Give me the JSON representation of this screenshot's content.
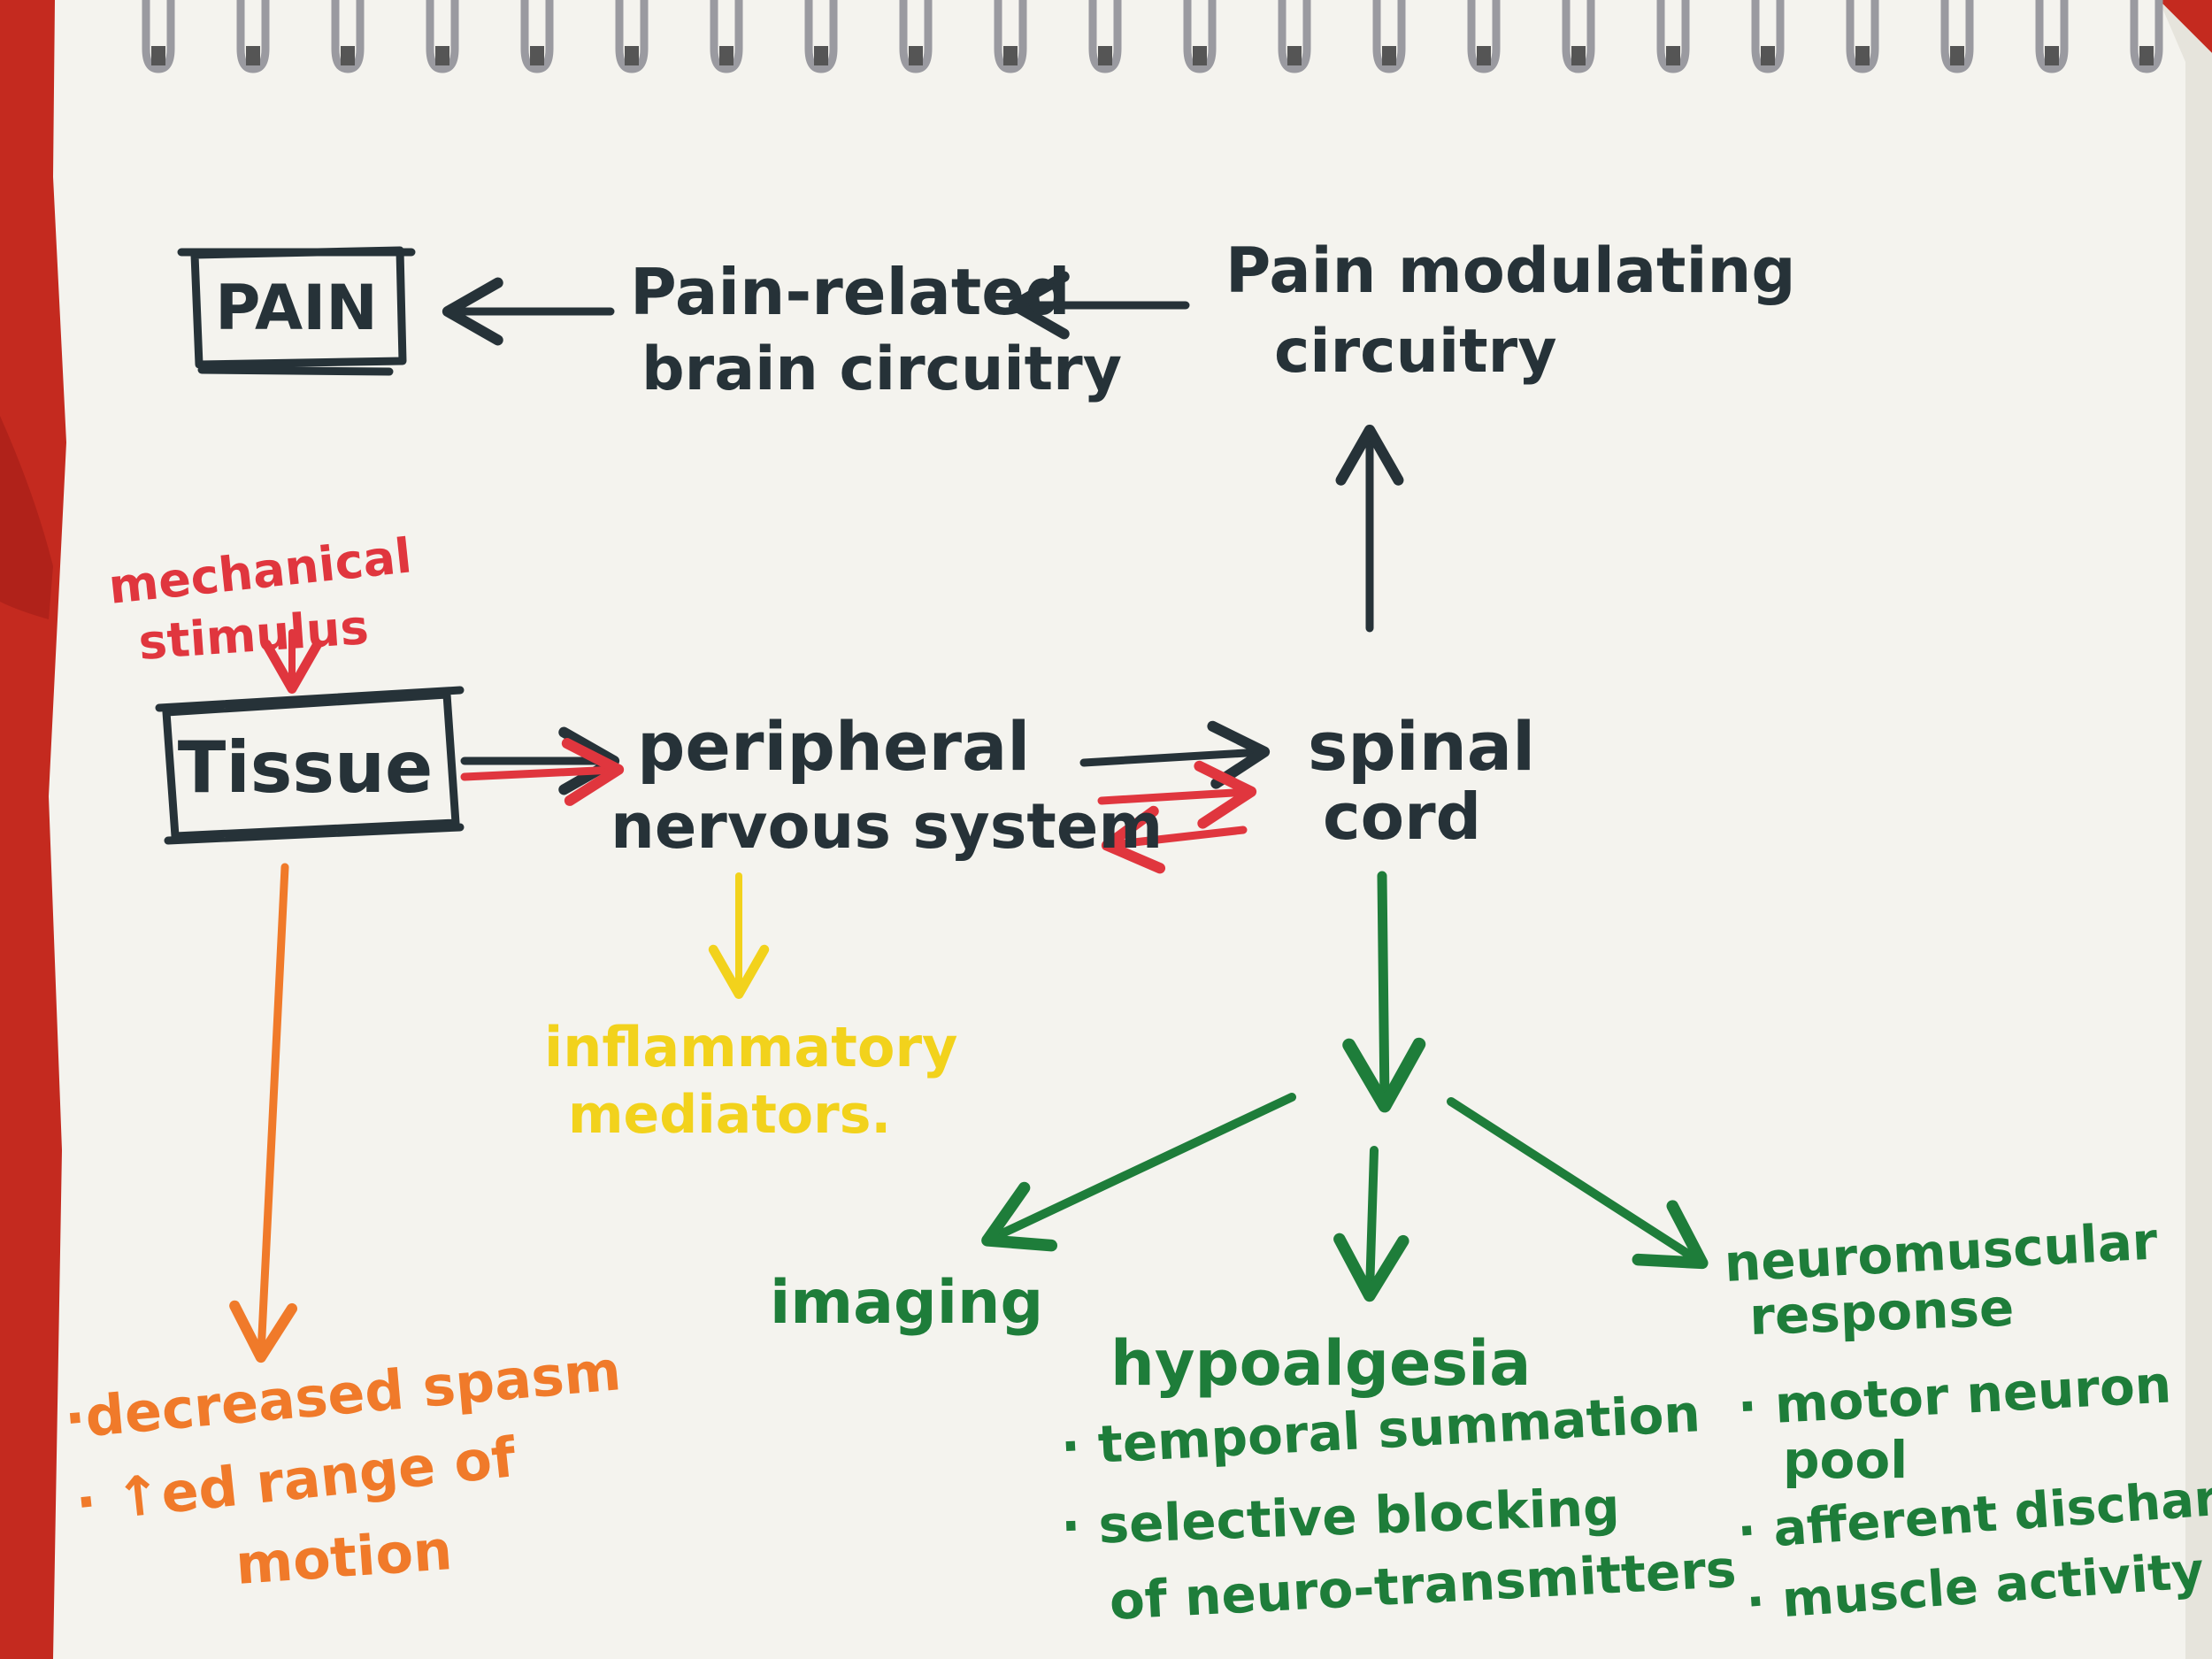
{
  "colors": {
    "background": "#c42a1f",
    "paper": "#f4f3ee",
    "ring": "#9a9aa0",
    "ink_black": "#263238",
    "ink_red": "#e0363e",
    "ink_yellow": "#f2d21c",
    "ink_orange": "#f07a2a",
    "ink_green": "#1e7d3a"
  },
  "nodes": {
    "pain": "PAIN",
    "pain_related": [
      "Pain-related",
      "brain circuitry"
    ],
    "pain_modulating": [
      "Pain modulating",
      "circuitry"
    ],
    "mechanical": [
      "mechanical",
      "stimulus"
    ],
    "tissue": "Tissue",
    "peripheral": [
      "peripheral",
      "nervous system"
    ],
    "spinal": [
      "spinal",
      "cord"
    ],
    "inflammatory": [
      "inflammatory",
      "mediators."
    ],
    "tissue_outcomes": [
      "decreased spasm",
      "ed range of",
      "motion"
    ],
    "imaging": "imaging",
    "hypoalgesia": {
      "title": "hypoalgesia",
      "items": [
        "temporal summation",
        "selective blocking",
        "of neuro-transmitters"
      ]
    },
    "neuromuscular": {
      "title": [
        "neuromuscular",
        "response"
      ],
      "items": [
        "motor neuron",
        "pool",
        "afferent discharge",
        "muscle activity"
      ]
    }
  }
}
